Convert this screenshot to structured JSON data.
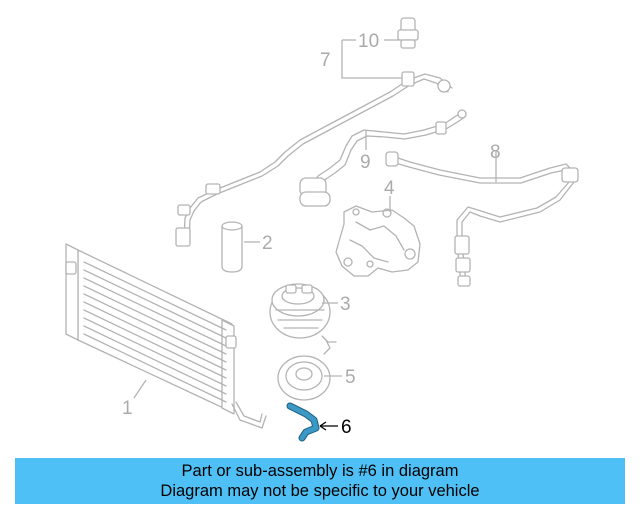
{
  "diagram": {
    "callouts": [
      "1",
      "2",
      "3",
      "4",
      "5",
      "6",
      "7",
      "8",
      "9",
      "10"
    ],
    "highlighted_callout": "6",
    "colors": {
      "line_art": "#b3b3b3",
      "highlight_part": "#3c98c4",
      "banner_background": "#4fc0f5"
    }
  },
  "banner": {
    "line1": "Part or sub-assembly is #6 in diagram",
    "line2": "Diagram may not be specific to your vehicle"
  }
}
